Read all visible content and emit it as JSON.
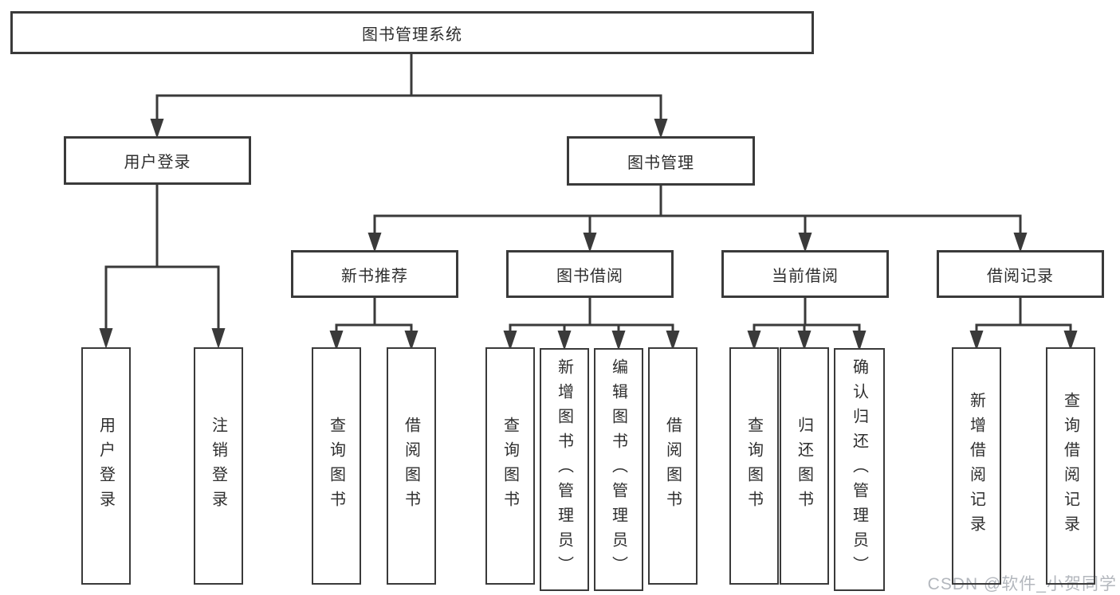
{
  "root": {
    "label": "图书管理系统"
  },
  "branches": [
    {
      "label": "用户登录",
      "children": [
        {
          "label": "用户登录"
        },
        {
          "label": "注销登录"
        }
      ]
    },
    {
      "label": "图书管理",
      "children": [
        {
          "label": "新书推荐",
          "children": [
            {
              "label": "查询图书"
            },
            {
              "label": "借阅图书"
            }
          ]
        },
        {
          "label": "图书借阅",
          "children": [
            {
              "label": "查询图书"
            },
            {
              "label": "新增图书（管理员）"
            },
            {
              "label": "编辑图书（管理员）"
            },
            {
              "label": "借阅图书"
            }
          ]
        },
        {
          "label": "当前借阅",
          "children": [
            {
              "label": "查询图书"
            },
            {
              "label": "归还图书"
            },
            {
              "label": "确认归还（管理员）"
            }
          ]
        },
        {
          "label": "借阅记录",
          "children": [
            {
              "label": "新增借阅记录"
            },
            {
              "label": "查询借阅记录"
            }
          ]
        }
      ]
    }
  ],
  "watermark": {
    "text": "CSDN @软件_小贺同学"
  },
  "colors": {
    "line": "#3a3a3a",
    "box_border": "#3a3a3a",
    "text": "#2e2e2e",
    "background": "#ffffff",
    "watermark": "#b3b7bd"
  }
}
